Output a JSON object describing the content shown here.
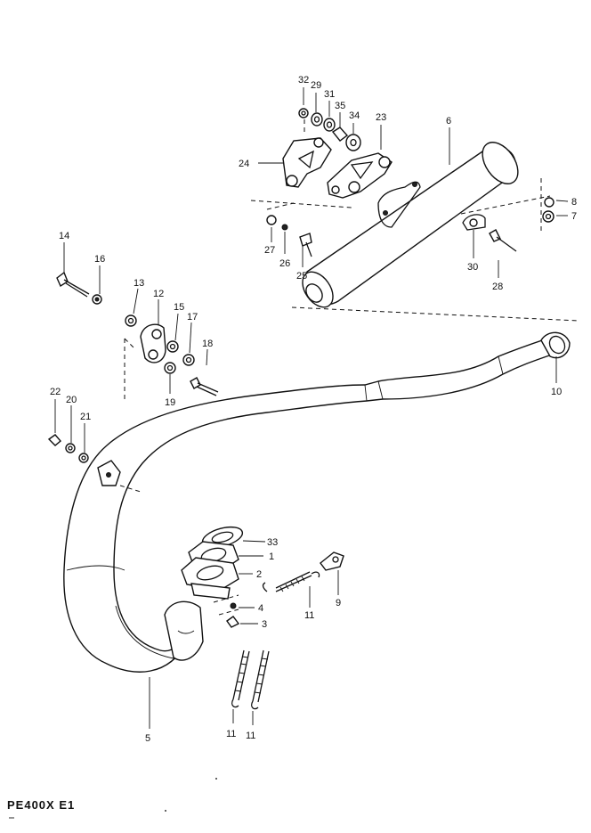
{
  "model_code": "PE400X E1",
  "callouts": {
    "c1": "1",
    "c2": "2",
    "c3": "3",
    "c4": "4",
    "c5": "5",
    "c6": "6",
    "c7": "7",
    "c8": "8",
    "c9": "9",
    "c10": "10",
    "c11a": "11",
    "c11b": "11",
    "c11c": "11",
    "c12": "12",
    "c13": "13",
    "c14": "14",
    "c15": "15",
    "c16": "16",
    "c17": "17",
    "c18": "18",
    "c19": "19",
    "c20": "20",
    "c21": "21",
    "c22": "22",
    "c23": "23",
    "c24": "24",
    "c25": "25",
    "c26": "26",
    "c27": "27",
    "c28": "28",
    "c29": "29",
    "c30": "30",
    "c31": "31",
    "c32": "32",
    "c33": "33",
    "c34": "34",
    "c35": "35"
  }
}
